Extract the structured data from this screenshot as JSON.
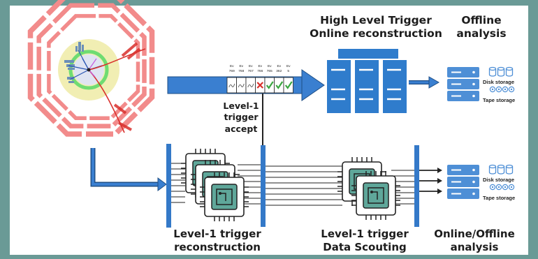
{
  "labels": {
    "hlt_title_1": "High Level Trigger",
    "hlt_title_2": "Online reconstruction",
    "offline_title_1": "Offline",
    "offline_title_2": "analysis",
    "l1_accept_1": "Level-1",
    "l1_accept_2": "trigger",
    "l1_accept_3": "accept",
    "l1_reco_1": "Level-1 trigger",
    "l1_reco_2": "reconstruction",
    "scouting_1": "Level-1 trigger",
    "scouting_2": "Data Scouting",
    "online_offline_1": "Online/Offline",
    "online_offline_2": "analysis"
  },
  "event_queue": {
    "events": [
      {
        "top": "Ev",
        "num": "769",
        "status": "pending"
      },
      {
        "top": "Ev",
        "num": "768",
        "status": "pending"
      },
      {
        "top": "Ev",
        "num": "767",
        "status": "pending"
      },
      {
        "top": "Ev",
        "num": "766",
        "status": "rejected"
      },
      {
        "top": "Ev",
        "num": "765",
        "status": "accepted"
      },
      {
        "top": "Ev",
        "num": "362",
        "status": "accepted"
      },
      {
        "top": "Ev",
        "num": "5",
        "status": "accepted"
      }
    ]
  },
  "storage": {
    "disk_label": "Disk storage",
    "tape_label": "Tape storage"
  },
  "colors": {
    "arrow_blue": "#3a7fd0",
    "arrow_dark": "#1f4f86",
    "server_blue": "#2f7ccc",
    "storage_blue": "#4e8fd6",
    "detector_red": "#f28b8b",
    "bus_blue": "#3479c8",
    "chip_green": "#5fa79a",
    "reject_red": "#d9302c",
    "accept_green": "#3aa640",
    "background": "#6a9a96"
  }
}
